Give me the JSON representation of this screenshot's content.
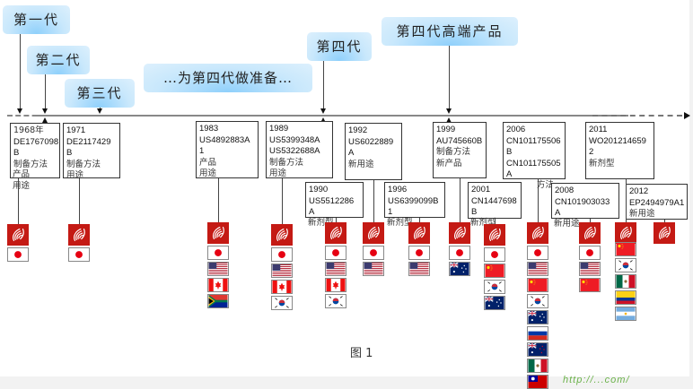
{
  "generations": [
    {
      "id": "gen1",
      "label": "第一代"
    },
    {
      "id": "gen2",
      "label": "第二代"
    },
    {
      "id": "gen3",
      "label": "第三代"
    },
    {
      "id": "prep4",
      "label": "…为第四代做准备…"
    },
    {
      "id": "gen4",
      "label": "第四代"
    },
    {
      "id": "gen4high",
      "label": "第四代高端产品"
    }
  ],
  "patents": [
    {
      "id": "p1968",
      "lines": [
        "1968年",
        "DE1767098",
        "B",
        "制备方法",
        "产品",
        "用途"
      ]
    },
    {
      "id": "p1971",
      "lines": [
        "1971",
        "DE2117429",
        "B",
        "制备方法",
        "用途"
      ]
    },
    {
      "id": "p1983",
      "lines": [
        "1983",
        "US4892883A",
        "1",
        "产品",
        "用途"
      ]
    },
    {
      "id": "p1989",
      "lines": [
        "1989",
        "US5399348A",
        "US5322688A",
        "制备方法",
        "用途"
      ]
    },
    {
      "id": "p1990",
      "lines": [
        "1990",
        "US5512286",
        "A",
        "新剂型"
      ]
    },
    {
      "id": "p1992",
      "lines": [
        "1992",
        "US6022889",
        "A",
        "新用途"
      ]
    },
    {
      "id": "p1996",
      "lines": [
        "1996",
        "US6399099B",
        "1",
        "新剂型"
      ]
    },
    {
      "id": "p1999",
      "lines": [
        "1999",
        "AU745660B",
        "制备方法",
        "新产品"
      ]
    },
    {
      "id": "p2001",
      "lines": [
        "2001",
        "CN1447698",
        "B",
        "新剂型"
      ]
    },
    {
      "id": "p2006",
      "lines": [
        "2006",
        "CN101175506",
        "B",
        "CN101175505",
        "A",
        "方法"
      ]
    },
    {
      "id": "p2008",
      "lines": [
        "2008",
        "CN101903033",
        "A",
        "新用途"
      ]
    },
    {
      "id": "p2011",
      "lines": [
        "2011",
        "WO201214659",
        "2",
        "新剂型"
      ]
    },
    {
      "id": "p2012",
      "lines": [
        "2012",
        "EP2494979A1",
        "新用途"
      ]
    }
  ],
  "flag_columns": [
    {
      "patent": "1968",
      "flags": [
        "jp"
      ]
    },
    {
      "patent": "1971",
      "flags": [
        "jp"
      ]
    },
    {
      "patent": "1983",
      "flags": [
        "jp",
        "us",
        "ca",
        "za"
      ]
    },
    {
      "patent": "1989",
      "flags": [
        "jp",
        "us",
        "ca",
        "kr"
      ]
    },
    {
      "patent": "1990",
      "flags": [
        "jp",
        "us",
        "ca",
        "kr"
      ]
    },
    {
      "patent": "1992",
      "flags": [
        "jp",
        "us"
      ]
    },
    {
      "patent": "1996",
      "flags": [
        "jp",
        "us"
      ]
    },
    {
      "patent": "1999",
      "flags": [
        "jp",
        "au"
      ]
    },
    {
      "patent": "2001",
      "flags": [
        "jp",
        "cn",
        "kr",
        "au"
      ]
    },
    {
      "patent": "2006",
      "flags": [
        "jp",
        "us",
        "cn",
        "kr",
        "au",
        "ru",
        "nz",
        "mx",
        "tw"
      ]
    },
    {
      "patent": "2008",
      "flags": [
        "jp",
        "us",
        "cn"
      ]
    },
    {
      "patent": "2011",
      "flags": [
        "cn",
        "kr",
        "mx",
        "co",
        "ar"
      ]
    },
    {
      "patent": "2012",
      "flags": []
    }
  ],
  "office_icon": "epo-logo-icon",
  "caption": "图 1",
  "watermark": "http://...com/"
}
